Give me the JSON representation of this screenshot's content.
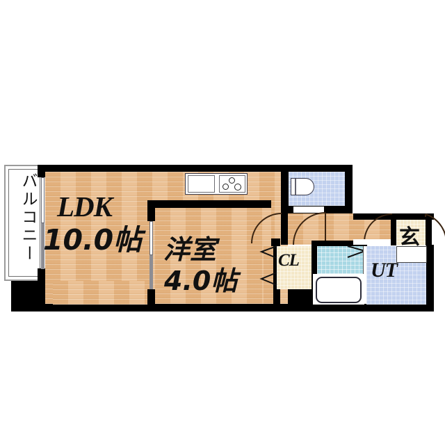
{
  "plan": {
    "title": "Apartment Floor Plan",
    "layout_type": "1LDK",
    "unit": "帖",
    "colors": {
      "floor_wood": "#e8b784",
      "wall": "#000000",
      "bath_tile": "#a8d8e4",
      "lavatory_tile": "#c3d2ef",
      "closet_tile": "#f4e8c8",
      "background": "#ffffff"
    }
  },
  "rooms": [
    {
      "key": "ldk",
      "name": "LDK",
      "area_label": "10.0帖",
      "area_value": 10.0,
      "unit": "帖",
      "type": "living-dining-kitchen"
    },
    {
      "key": "bedroom",
      "name": "洋室",
      "area_label": "4.0帖",
      "area_value": 4.0,
      "unit": "帖",
      "type": "western-room"
    },
    {
      "key": "balcony",
      "name": "バルコニー",
      "area_label": "",
      "type": "balcony"
    },
    {
      "key": "closet",
      "name": "CL",
      "area_label": "",
      "type": "closet"
    },
    {
      "key": "utility",
      "name": "UT",
      "area_label": "",
      "type": "utility-washroom"
    },
    {
      "key": "entrance",
      "name": "玄",
      "area_label": "",
      "type": "entrance"
    }
  ],
  "fixtures": [
    {
      "key": "sink",
      "name": "kitchen-sink"
    },
    {
      "key": "stove",
      "name": "three-burner-stove",
      "burners": 3
    },
    {
      "key": "toilet",
      "name": "toilet"
    },
    {
      "key": "bathtub",
      "name": "bathtub"
    },
    {
      "key": "vanity",
      "name": "wash-basin"
    }
  ],
  "openings": [
    {
      "key": "balcony-door",
      "name": "balcony-sliding-door",
      "type": "sliding"
    },
    {
      "key": "bedroom-door",
      "name": "bedroom-sliding-door",
      "type": "sliding"
    },
    {
      "key": "toilet-door",
      "name": "toilet-hinged-door",
      "type": "hinged"
    },
    {
      "key": "hall-door",
      "name": "hall-hinged-door",
      "type": "hinged"
    },
    {
      "key": "bath-door",
      "name": "bath-door",
      "type": "folding"
    },
    {
      "key": "entrance-door",
      "name": "entrance-door",
      "type": "hinged"
    },
    {
      "key": "closet-door",
      "name": "closet-folding-door",
      "type": "folding"
    }
  ]
}
